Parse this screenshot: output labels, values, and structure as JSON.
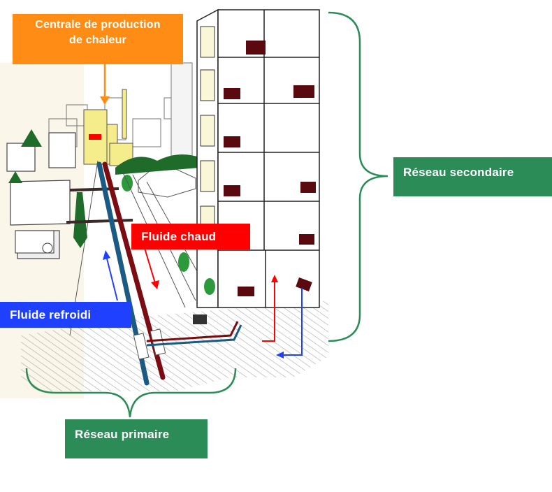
{
  "diagram": {
    "subject": "District heating network (réseau de chaleur)",
    "labels": {
      "centrale": {
        "line1": "Centrale de production",
        "line2": "de chaleur",
        "color": "#ff8c14"
      },
      "fluide_chaud": {
        "text": "Fluide chaud",
        "color": "#ff0000"
      },
      "fluide_refroidi": {
        "text": "Fluide refroidi",
        "color": "#2040ff"
      },
      "reseau_secondaire": {
        "text": "Réseau secondaire",
        "color": "#2b8c57"
      },
      "reseau_primaire": {
        "text": "Réseau primaire",
        "color": "#2b8c57"
      }
    },
    "colors": {
      "hot_pipe": "#7a0c12",
      "cold_pipe": "#1a5a85",
      "plant": "#f5ec8c",
      "radiator": "#5a0a0e",
      "tree": "#1e6b2a",
      "bracket": "#2b8c57"
    }
  }
}
